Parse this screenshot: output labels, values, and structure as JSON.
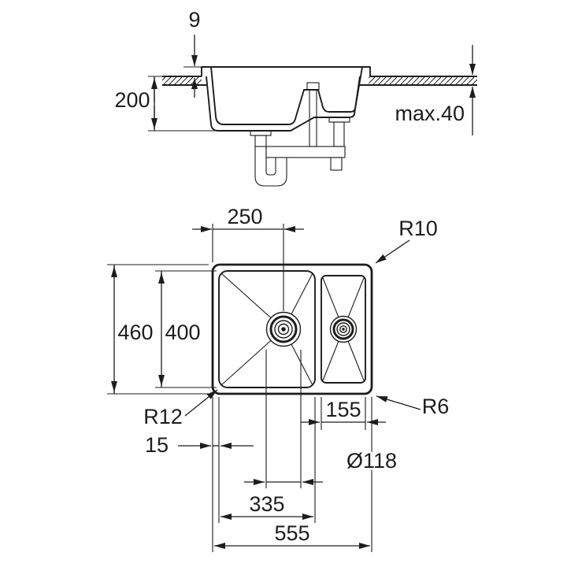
{
  "drawing": {
    "background": "#ffffff",
    "ink": "#1d1d1b",
    "section": {
      "rim_height": "9",
      "bowl_depth": "200",
      "counter_thickness": "max.40"
    },
    "plan": {
      "drain_offset": "250",
      "outer_corner_radius": "R10",
      "overall_depth": "460",
      "bowl_inner_depth": "400",
      "bowl_corner_radius": "R12",
      "small_bowl_corner_radius": "R6",
      "small_bowl_width": "155",
      "edge_wall_offset": "15",
      "drain_diameter": "Ø118",
      "main_bowl_width": "335",
      "overall_width": "555"
    }
  }
}
